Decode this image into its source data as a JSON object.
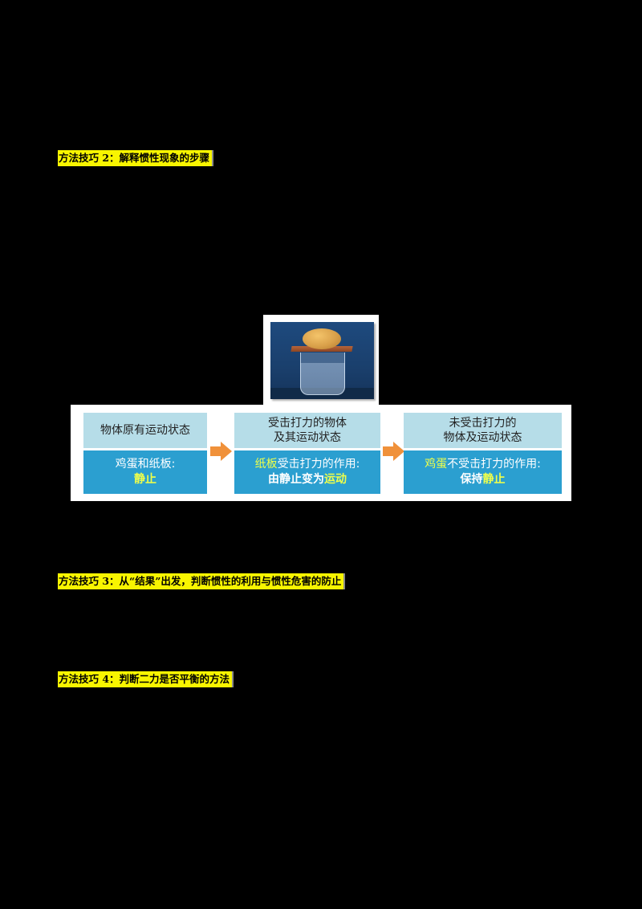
{
  "headings": {
    "tip2": "方法技巧 2：解释惯性现象的步骤",
    "tip3": "方法技巧 3：从“结果”出发，判断惯性的利用与惯性危害的防止",
    "tip4": "方法技巧 4：判断二力是否平衡的方法"
  },
  "figure": {
    "photo_alt": "egg-on-cardboard-over-glass-of-water",
    "colors": {
      "box_top": "#b6dde8",
      "box_bottom": "#2b9fd0",
      "highlight_text": "#f0ff4a",
      "arrow": "#f0913a",
      "heading_bg": "#f8f500"
    },
    "steps": [
      {
        "title": "物体原有运动状态",
        "body_line1": "鸡蛋和纸板:",
        "body_line2_highlight": "静止"
      },
      {
        "title_line1": "受击打力的物体",
        "title_line2": "及其运动状态",
        "body_line1_highlight": "纸板",
        "body_line1_rest": "受击打力的作用:",
        "body_line2_plain": "由静止变为",
        "body_line2_highlight": "运动"
      },
      {
        "title_line1": "未受击打力的",
        "title_line2": "物体及运动状态",
        "body_line1_highlight": "鸡蛋",
        "body_line1_rest": "不受击打力的作用:",
        "body_line2_plain": "保持",
        "body_line2_highlight": "静止"
      }
    ]
  }
}
